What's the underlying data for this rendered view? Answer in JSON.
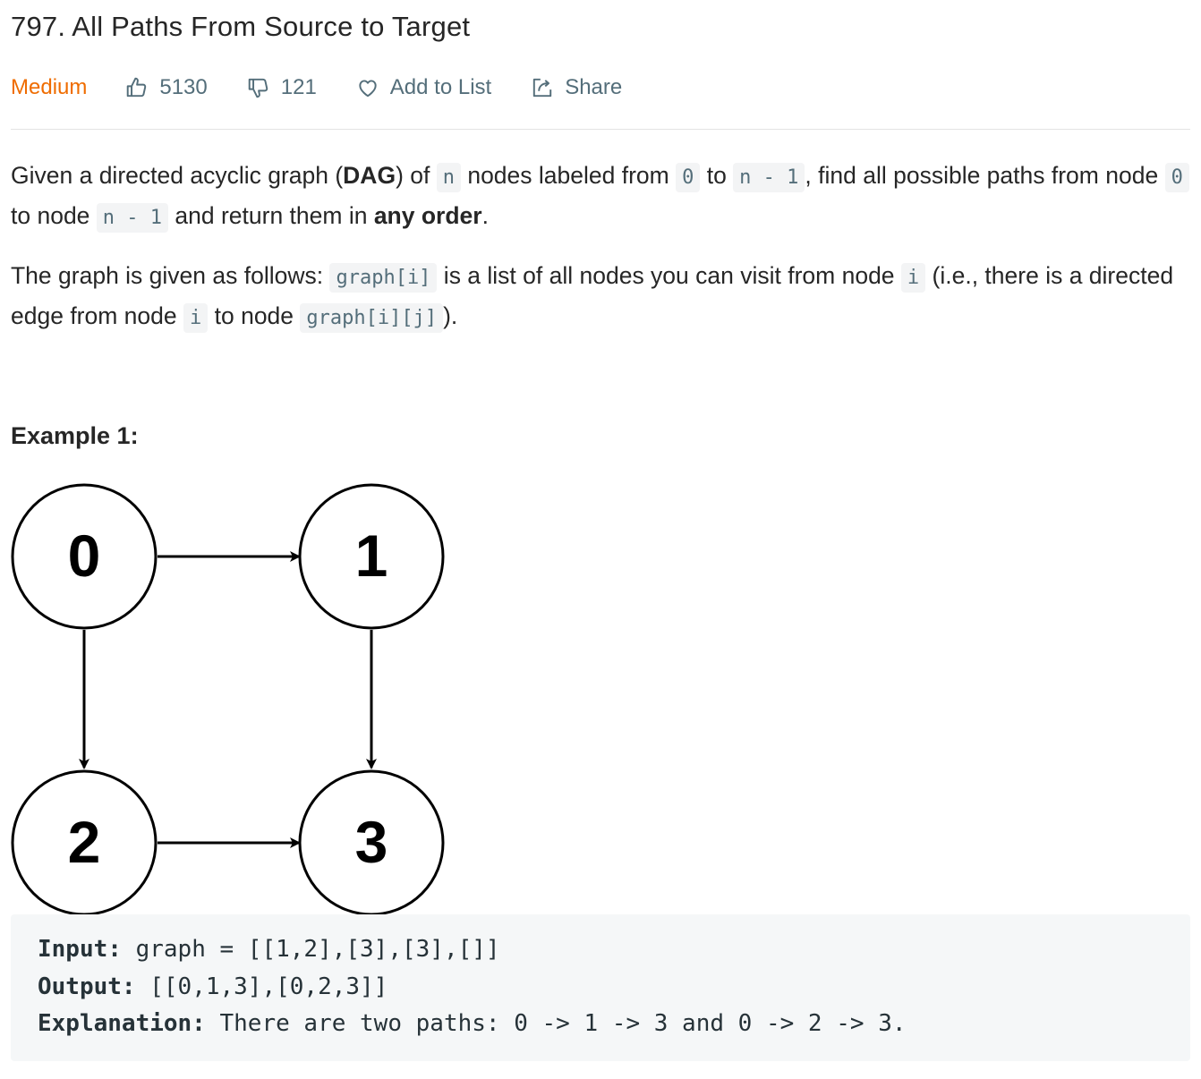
{
  "problem": {
    "title": "797. All Paths From Source to Target",
    "difficulty": "Medium",
    "likes": "5130",
    "dislikes": "121",
    "add_to_list": "Add to List",
    "share": "Share"
  },
  "description": {
    "p1": {
      "t1": "Given a directed acyclic graph (",
      "dag": "DAG",
      "t2": ") of ",
      "c1": "n",
      "t3": " nodes labeled from ",
      "c2": "0",
      "t4": " to ",
      "c3": "n - 1",
      "t5": ", find all possible paths from node ",
      "c4": "0",
      "t6": " to node ",
      "c5": "n - 1",
      "t7": " and return them in ",
      "any_order": "any order",
      "t8": "."
    },
    "p2": {
      "t1": "The graph is given as follows: ",
      "c1": "graph[i]",
      "t2": " is a list of all nodes you can visit from node ",
      "c2": "i",
      "t3": " (i.e., there is a directed edge from node ",
      "c3": "i",
      "t4": " to node ",
      "c4": "graph[i][j]",
      "t5": ")."
    }
  },
  "example1": {
    "heading": "Example 1:",
    "nodes": [
      "0",
      "1",
      "2",
      "3"
    ],
    "edges": [
      [
        "0",
        "1"
      ],
      [
        "0",
        "2"
      ],
      [
        "1",
        "3"
      ],
      [
        "2",
        "3"
      ]
    ],
    "input_label": "Input:",
    "input_value": " graph = [[1,2],[3],[3],[]]",
    "output_label": "Output:",
    "output_value": " [[0,1,3],[0,2,3]]",
    "explanation_label": "Explanation:",
    "explanation_value": " There are two paths: 0 -> 1 -> 3 and 0 -> 2 -> 3."
  },
  "colors": {
    "difficulty": "#ef6c00",
    "meta_text": "#546e7a",
    "code_bg": "#f3f4f5",
    "example_bg": "#f5f7f8"
  },
  "icons": {
    "like": "thumbs-up-icon",
    "dislike": "thumbs-down-icon",
    "add_to_list": "heart-icon",
    "share": "share-icon"
  }
}
